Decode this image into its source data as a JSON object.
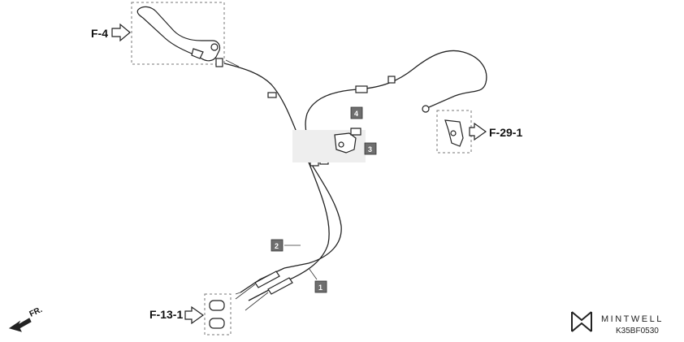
{
  "refs": {
    "brake_lever": "F-4",
    "right_bracket": "F-29-1",
    "lower_ends": "F-13-1"
  },
  "callouts": {
    "cable_1": "1",
    "cable_2": "2",
    "bolt": "4",
    "clamp": "3"
  },
  "direction_label": "FR.",
  "brand": {
    "name": "MINTWELL",
    "code": "K35BF0530"
  },
  "colors": {
    "line": "#222222",
    "callout_box": "#6e6e6e",
    "dashed_frame": "#777777"
  }
}
